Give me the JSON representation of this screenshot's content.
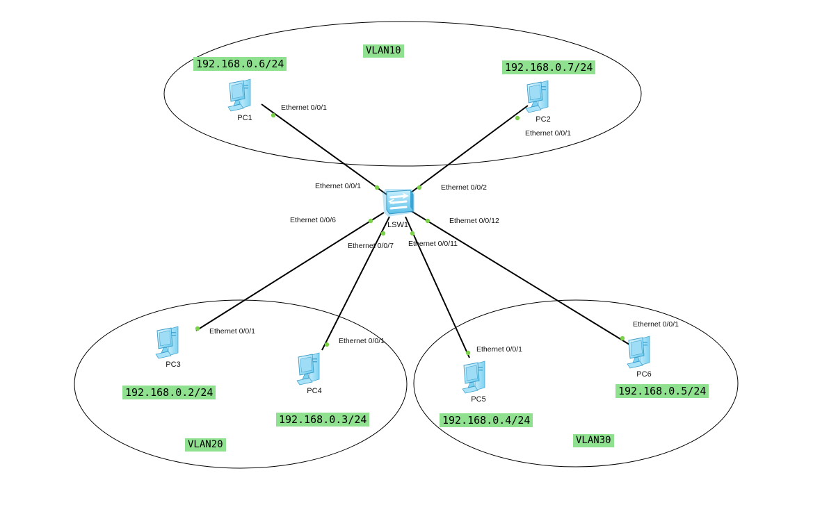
{
  "vlans": {
    "vlan10": "VLAN10",
    "vlan20": "VLAN20",
    "vlan30": "VLAN30"
  },
  "switch": {
    "name": "LSW1"
  },
  "pcs": {
    "pc1": {
      "name": "PC1",
      "ip": "192.168.0.6/24",
      "port": "Ethernet 0/0/1",
      "switch_port": "Ethernet 0/0/1"
    },
    "pc2": {
      "name": "PC2",
      "ip": "192.168.0.7/24",
      "port": "Ethernet 0/0/1",
      "switch_port": "Ethernet 0/0/2"
    },
    "pc3": {
      "name": "PC3",
      "ip": "192.168.0.2/24",
      "port": "Ethernet 0/0/1",
      "switch_port": "Ethernet 0/0/6"
    },
    "pc4": {
      "name": "PC4",
      "ip": "192.168.0.3/24",
      "port": "Ethernet 0/0/1",
      "switch_port": "Ethernet 0/0/7"
    },
    "pc5": {
      "name": "PC5",
      "ip": "192.168.0.4/24",
      "port": "Ethernet 0/0/1",
      "switch_port": "Ethernet 0/0/11"
    },
    "pc6": {
      "name": "PC6",
      "ip": "192.168.0.5/24",
      "port": "Ethernet 0/0/1",
      "switch_port": "Ethernet 0/0/12"
    }
  },
  "colors": {
    "label_bg": "#8fe08f",
    "port_dot": "#7cd14a",
    "link": "#000000",
    "device": "#5fc8ef"
  }
}
